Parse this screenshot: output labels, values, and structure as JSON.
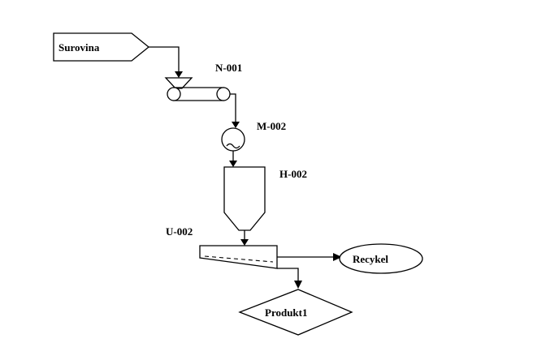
{
  "nodes": {
    "surovina": "Surovina",
    "n001": "N-001",
    "m002": "M-002",
    "h002": "H-002",
    "u002": "U-002",
    "recykel": "Recykel",
    "produkt": "Produkt1"
  }
}
